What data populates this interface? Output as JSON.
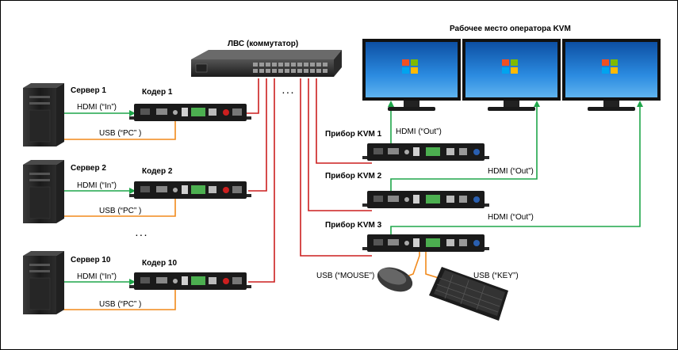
{
  "title": "Рабочее место оператора KVM",
  "switch_label": "ЛВС (коммутатор)",
  "ellipsis": ". . .",
  "servers": [
    {
      "name": "Сервер 1",
      "encoder": "Кодер 1",
      "hdmi": "HDMI (“In”)",
      "usb": "USB (“PC” )"
    },
    {
      "name": "Сервер 2",
      "encoder": "Кодер 2",
      "hdmi": "HDMI (“In”)",
      "usb": "USB (“PC” )"
    },
    {
      "name": "Сервер 10",
      "encoder": "Кодер 10",
      "hdmi": "HDMI (“In”)",
      "usb": "USB (“PC” )"
    }
  ],
  "kvm_devices": [
    {
      "name": "Прибор KVM 1",
      "hdmi": "HDMI (“Out”)"
    },
    {
      "name": "Прибор KVM 2",
      "hdmi": "HDMI (“Out”)"
    },
    {
      "name": "Прибор KVM 3",
      "hdmi": "HDMI (“Out”)"
    }
  ],
  "peripherals": {
    "mouse": "USB (“MOUSE”)",
    "keyboard": "USB (“KEY”)"
  },
  "colors": {
    "lan": "#cc1f1f",
    "hdmi": "#1fa64a",
    "usb": "#f28a1c",
    "device": "#1a1a1a",
    "screen": "#1e73c8"
  }
}
